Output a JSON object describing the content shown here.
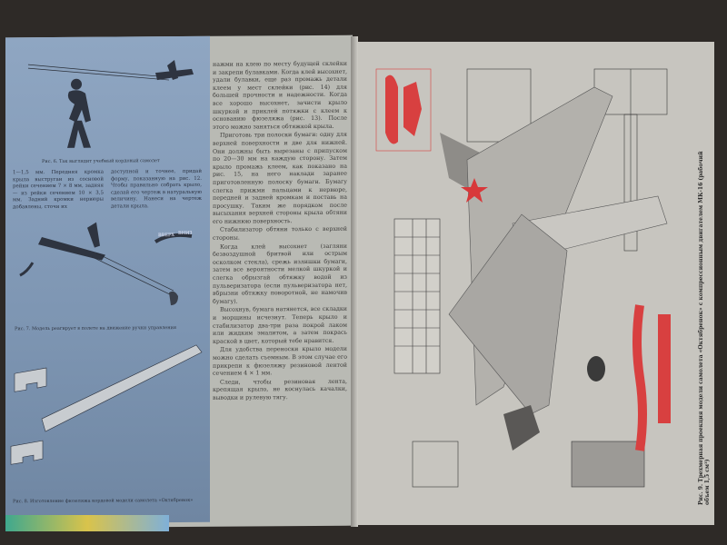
{
  "left_page": {
    "fig6_caption": "Рис. 6. Так выглядит учебный кордовый самолет",
    "intro_col1": "1—1,5 мм. Передняя кромка крыла выструган из сосновой рейки сечением 7 × 8 мм, задняя — из рейки сечением 10 × 3,5 мм. Задний кромки нервюры добавлены, сточи их",
    "intro_col2": "доступной и точнее, придай форму, показанную на рис. 12. Чтобы правильно собрать крыло, сделай его чертеж в натуральную величину. Нанеси на чертеж детали крыла.",
    "arrow_up_label": "ВВЕРХ",
    "arrow_down_label": "ВНИЗ",
    "fig7_caption": "Рис. 7. Модель реагирует в полете на движение ручки управления",
    "fig8_caption": "Рис. 8. Изготовление фюзеляжа кордовой модели самолета «Октябренок»",
    "body_text": [
      "нажми на клею по месту будущей склейки и закрепи булавками. Когда клей высохнет, удали булавки, еще раз промажь детали клеем у мест склейки (рис. 14) для большей прочности и надежности. Когда все хорошо высохнет, зачисти крыло шкуркой и приклей потяжки с клеем к основанию фюзеляжа (рис. 13). После этого можно заняться обтяжкой крыла.",
      "Приготовь три полоски бумаги: одну для верхней поверхности и две для нижней. Они должны быть вырезаны с припуском по 20—30 мм на каждую сторону. Затем крыло промажь клеем, как показано на рис. 15, на него наклади заранее приготовленную полоску бумаги. Бумагу слегка прижми пальцами к нервюре, передней и задней кромкам и поставь на просушку. Таким же порядком после высыхания верхней стороны крыла обтяни его нижнюю поверхность.",
      "Стабилизатор обтяни только с верхней стороны.",
      "Когда клей высохнет (загляни безвоздушной бритвой или острым осколком стекла), срежь излишки бумаги, затем все вероятности мелкой шкуркой и слегка обрызгай обтяжку водой из пульверизатора (если пульверизатора нет, вбрызни обтяжку поворотной, не намочив бумагу).",
      "Высохнув, бумага натянется, все складки и морщины исчезнут. Теперь крыло и стабилизатор два-три раза покрой лаком или жидким эмалитом, а затем покрась краской в цвет, который тебе нравится.",
      "Для удобства переноски крыло модели можно сделать съемным. В этом случае его прикрепи к фюзеляжу резиновой лентой сечением 4 × 1 мм.",
      "Следи, чтобы резиновая лента, крепящая крыло, не коснулась качалки, выводки и рулевую тягу."
    ]
  },
  "right_page": {
    "fig9_caption": "Рис. 9. Трехмерная проекция модели самолета «Октябренок» с компрессионным двигателем МК-16 (рабочий объем 1,5 см³)",
    "star_color": "#d8383a",
    "accent_color": "#d84040"
  }
}
